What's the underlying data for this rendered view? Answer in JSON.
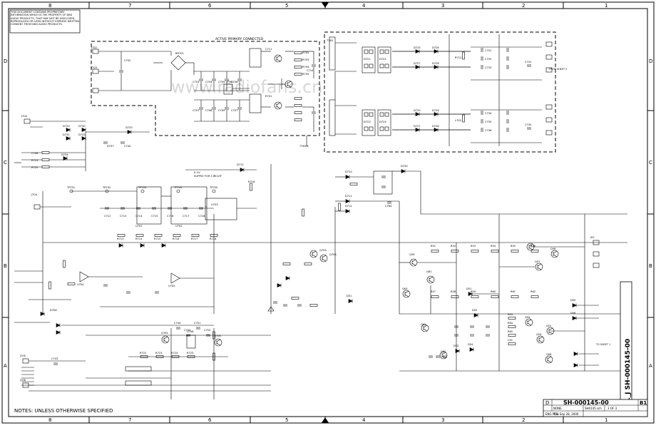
{
  "border": {
    "top_columns": [
      "8",
      "7",
      "6",
      "5",
      "4",
      "3",
      "2",
      "1"
    ],
    "bottom_columns": [
      "8",
      "7",
      "6",
      "5",
      "4",
      "3",
      "2",
      "1"
    ],
    "left_rows": [
      "D",
      "C",
      "B",
      "A"
    ],
    "right_rows": [
      "D",
      "C",
      "B",
      "A"
    ]
  },
  "proprietary_notice": "THIS DOCUMENT CONTAINS PROPRIETARY INFORMATION WHICH IS THE PROPERTY OF DBX AUDIO PRODUCTS, THAT MAY NOT BE DISCLOSED, REPRODUCED OR USED WITHOUT EXPRESS WRITTEN CONSENT FROM DBX AUDIO PRODUCTS.",
  "notes": "NOTES: UNLESS OTHERWISE SPECIFIED",
  "watermark": "www.radiofans.cn",
  "active_primary_label": "ACTIVE PRIMARY CONNECTED",
  "title_block": {
    "size": "D",
    "doc_number": "SH-000145-00",
    "rev": "B1",
    "scale_label": "NONE",
    "dwg_file": "SH0145.sch",
    "sheet": "3 OF 3",
    "date": "Thu Sep 28, 2000",
    "rule": "ENG PCB"
  },
  "side_label": "BL_J SH-000145-00",
  "components": {
    "primary": [
      "J702",
      "J703",
      "BR701",
      "C702",
      "C703",
      "C704",
      "C705",
      "C706",
      "C707",
      "C708",
      "C709",
      "C710",
      "C711",
      "R701",
      "R702",
      "R703",
      "R704",
      "R705",
      "R706",
      "R707",
      "T761"
    ],
    "secondary": [
      "T763",
      "D721",
      "D722",
      "D723",
      "D724",
      "D725",
      "D726",
      "D727",
      "D728",
      "C731",
      "C732",
      "C733",
      "C734",
      "C735",
      "C736",
      "C737",
      "C738",
      "C739",
      "C740",
      "C741",
      "C742",
      "R711",
      "R712",
      "L705",
      "L706",
      "L707"
    ],
    "supply": [
      "J704",
      "D729",
      "D730",
      "D731",
      "D732",
      "D733",
      "D734",
      "D735",
      "D736",
      "D737",
      "C745",
      "C746",
      "R719",
      "R720",
      "R721"
    ],
    "control": [
      "U701",
      "U702",
      "U703",
      "U704",
      "U705",
      "TP701",
      "TP702",
      "TP703",
      "TP704",
      "TP705",
      "C712",
      "C713",
      "C714",
      "C715",
      "C716",
      "C717",
      "C718",
      "R713",
      "R714",
      "R715",
      "R716",
      "R717",
      "R718",
      "D712",
      "D713"
    ],
    "output": [
      "Q51",
      "Q52",
      "Q53",
      "Q54",
      "Q55",
      "Q56",
      "Q57",
      "Q58",
      "Q59",
      "Q60",
      "Q61",
      "Q62",
      "Q63",
      "D51",
      "D52",
      "D53",
      "D54",
      "D55",
      "D56",
      "R51",
      "R52",
      "R53",
      "R54",
      "R55",
      "R56",
      "R57",
      "R58",
      "R59",
      "R60",
      "R61",
      "R62",
      "R63",
      "R64",
      "R65",
      "C51",
      "C52",
      "C53",
      "C54",
      "C55",
      "C56",
      "C57",
      "C58",
      "J50",
      "J51",
      "J52"
    ],
    "bottom": [
      "J705",
      "J706",
      "J707",
      "Q705",
      "Q706",
      "Q707",
      "U706",
      "U707",
      "C743",
      "C744",
      "C750",
      "C751",
      "C752",
      "C753",
      "R722",
      "R723",
      "R724",
      "R725",
      "R726",
      "R727",
      "R728",
      "D738",
      "D739",
      "D740"
    ]
  },
  "annotations": {
    "supply_label": "SUPPLY FOR CIRCUIT",
    "rail_label": "5.1V",
    "from_label": "FROM SHEET 2",
    "to_label": "TO SHEET 1"
  }
}
